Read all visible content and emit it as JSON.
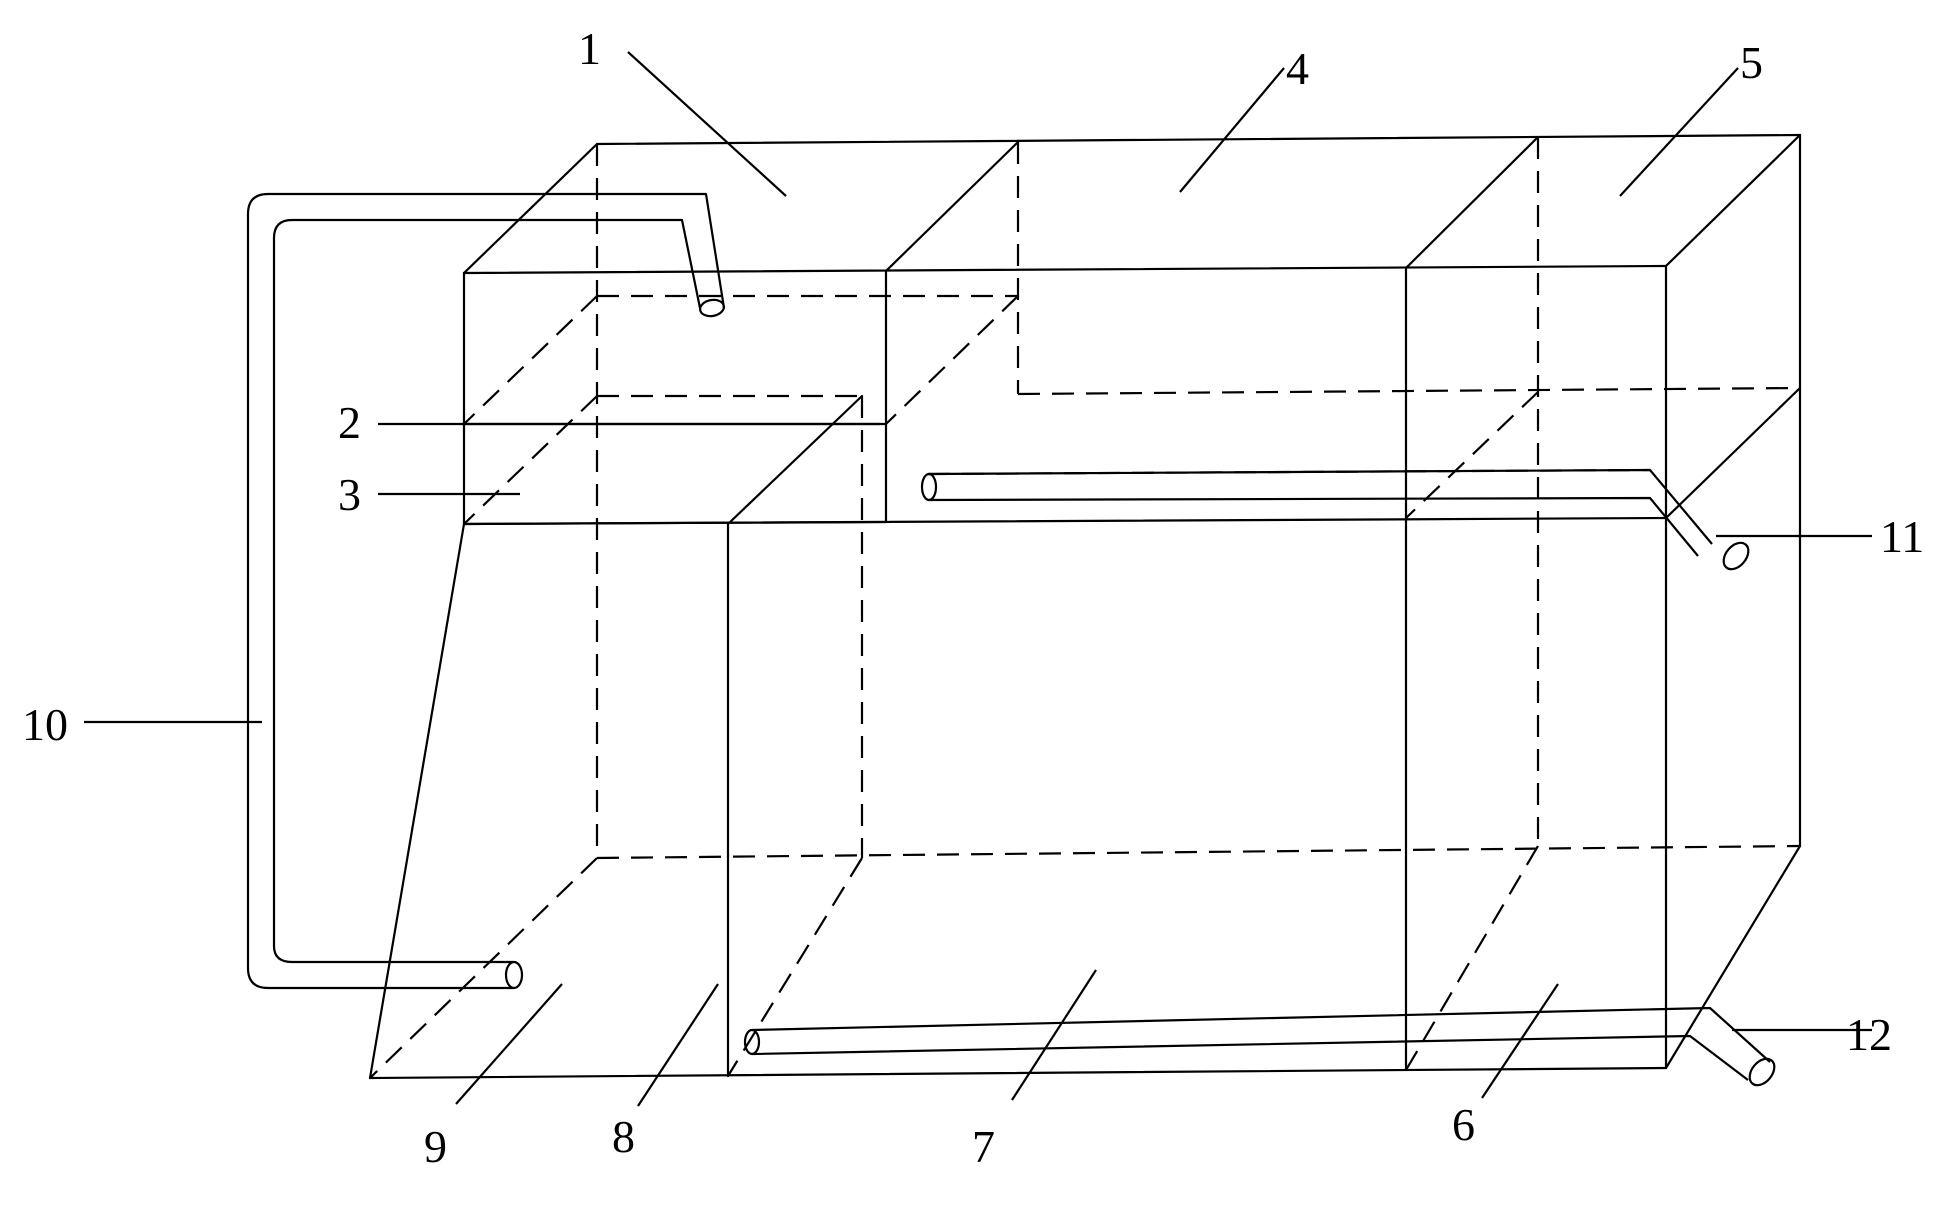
{
  "labels": {
    "l1": "1",
    "l2": "2",
    "l3": "3",
    "l4": "4",
    "l5": "5",
    "l6": "6",
    "l7": "7",
    "l8": "8",
    "l9": "9",
    "l10": "10",
    "l11": "11",
    "l12": "12"
  }
}
